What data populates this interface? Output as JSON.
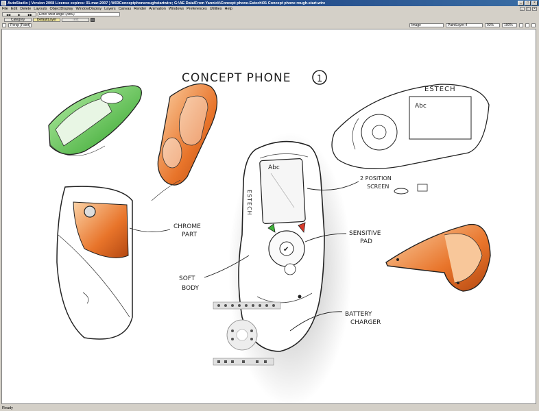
{
  "window": {
    "title": "AutoStudio ( Version 2008  License expires: 01-mar-2007 ) W03Conceptphoneroughstartwire; G:\\AE Data\\From Yannick\\Concept phone-Estech\\01 Concept phone rough-start.wire",
    "buttons": [
      "_",
      "□",
      "×"
    ]
  },
  "menu": {
    "items": [
      "File",
      "Edit",
      "Delete",
      "Layouts",
      "ObjectDisplay",
      "WindowDisplay",
      "Layers",
      "Canvas",
      "Render",
      "Animation",
      "Windows",
      "Preferences",
      "Utilities",
      "Help"
    ],
    "window_buttons": [
      "_",
      "□",
      "×"
    ]
  },
  "command": {
    "input": "Enter twist angle (ABS)"
  },
  "tabs": {
    "category": "Category",
    "layer": "DefaultLayer",
    "dim": "Text"
  },
  "canvasbar": {
    "view": "Persp [Paint]",
    "mode": "Image",
    "paint_layer": "PaintLayer-4",
    "zoom": "93%",
    "pct": "100%"
  },
  "sketch": {
    "title": "CONCEPT PHONE",
    "title_number": "1",
    "brand_main": "ESTECH",
    "brand_top": "ESTECH",
    "screen_text": "Abc",
    "screen_text_2": "Abc",
    "label_chrome": [
      "CHROME",
      "PART"
    ],
    "label_soft": [
      "SOFT",
      "BODY"
    ],
    "label_position": [
      "2 POSITION",
      "SCREEN"
    ],
    "label_sensitive": [
      "SENSITIVE",
      "PAD"
    ],
    "label_battery": [
      "BATTERY",
      "CHARGER"
    ]
  },
  "status": {
    "text": "Ready"
  },
  "colors": {
    "accent_orange": "#e8742a",
    "accent_green": "#3fb53a",
    "title_bar": "#0a246a"
  }
}
